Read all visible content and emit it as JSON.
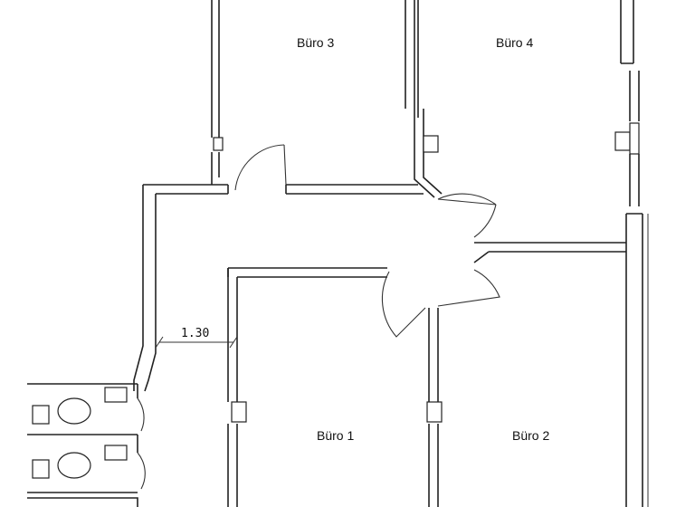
{
  "rooms": {
    "buero1": "Büro 1",
    "buero2": "Büro 2",
    "buero3": "Büro 3",
    "buero4": "Büro 4"
  },
  "dimensions": {
    "corridor_width": "1.30"
  },
  "colors": {
    "line": "#222222",
    "background": "#ffffff"
  }
}
